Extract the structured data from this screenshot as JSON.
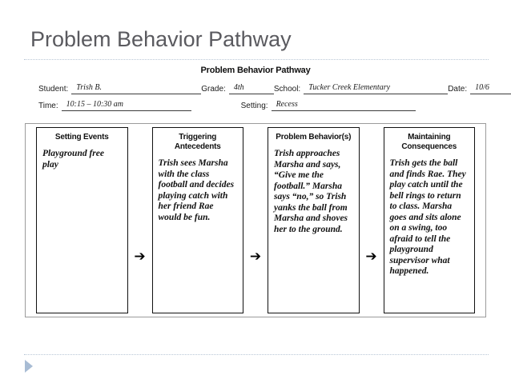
{
  "slide": {
    "title": "Problem Behavior Pathway"
  },
  "worksheet": {
    "title": "Problem Behavior Pathway",
    "form": {
      "student_label": "Student:",
      "student_value": "Trish B.",
      "grade_label": "Grade:",
      "grade_value": "4th",
      "school_label": "School:",
      "school_value": "Tucker Creek Elementary",
      "date_label": "Date:",
      "date_value": "10/6",
      "time_label": "Time:",
      "time_value": "10:15 – 10:30 am",
      "setting_label": "Setting:",
      "setting_value": "Recess"
    },
    "columns": [
      {
        "header": "Setting Events",
        "body": "Playground free play"
      },
      {
        "header": "Triggering Antecedents",
        "body": "Trish sees Marsha with the class football and decides playing catch with her friend Rae would be fun."
      },
      {
        "header": "Problem Behavior(s)",
        "body": "Trish approaches Marsha and says, “Give me the football.”  Marsha says “no,” so Trish yanks the ball from Marsha and shoves her to the ground."
      },
      {
        "header": "Maintaining Consequences",
        "body": "Trish gets the ball and finds Rae. They play catch until the bell rings to return to class. Marsha goes and sits alone on a swing, too afraid to tell the playground supervisor what happened."
      }
    ],
    "arrow_glyph": "➔"
  },
  "decoration": {
    "rule_color": "#b9c6d6",
    "marker_color": "#a8bcd4",
    "title_color": "#5a5a5f"
  }
}
